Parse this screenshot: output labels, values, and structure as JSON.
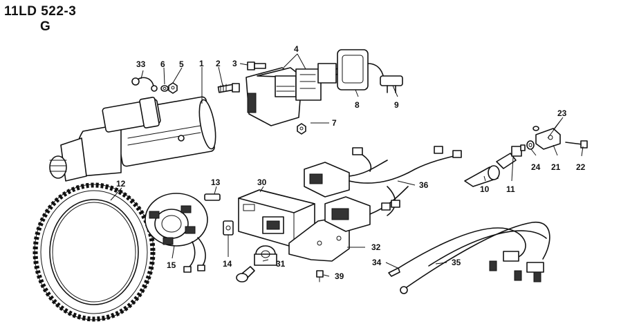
{
  "header": {
    "model_code": "11LD 522-3",
    "group_letter": "G"
  },
  "callouts": [
    "1",
    "2",
    "3",
    "4",
    "5",
    "6",
    "7",
    "8",
    "9",
    "10",
    "11",
    "12",
    "13",
    "14",
    "15",
    "21",
    "22",
    "23",
    "24",
    "30",
    "31",
    "32",
    "33",
    "34",
    "35",
    "36",
    "39"
  ],
  "parts": [
    {
      "number": "1",
      "component": "starter-motor"
    },
    {
      "number": "2",
      "component": "bolt"
    },
    {
      "number": "3",
      "component": "bolt"
    },
    {
      "number": "4",
      "component": "voltage-regulator"
    },
    {
      "number": "5",
      "component": "nut"
    },
    {
      "number": "6",
      "component": "washer"
    },
    {
      "number": "7",
      "component": "nut"
    },
    {
      "number": "8",
      "component": "connector-cover"
    },
    {
      "number": "9",
      "component": "wire-clip"
    },
    {
      "number": "10",
      "component": "sensor-cover"
    },
    {
      "number": "11",
      "component": "sensor"
    },
    {
      "number": "12",
      "component": "flywheel-ring-gear"
    },
    {
      "number": "13",
      "component": "magnet-strip"
    },
    {
      "number": "14",
      "component": "bracket-clip"
    },
    {
      "number": "15",
      "component": "alternator-stator"
    },
    {
      "number": "21",
      "component": "clamp-block"
    },
    {
      "number": "22",
      "component": "screw"
    },
    {
      "number": "23",
      "component": "washer"
    },
    {
      "number": "24",
      "component": "washer"
    },
    {
      "number": "30",
      "component": "control-panel"
    },
    {
      "number": "31",
      "component": "ignition-key-switch"
    },
    {
      "number": "32",
      "component": "panel-bracket"
    },
    {
      "number": "33",
      "component": "terminal-cable"
    },
    {
      "number": "34",
      "component": "battery-cable"
    },
    {
      "number": "35",
      "component": "battery-cable"
    },
    {
      "number": "36",
      "component": "wiring-harness"
    },
    {
      "number": "39",
      "component": "screw"
    }
  ]
}
